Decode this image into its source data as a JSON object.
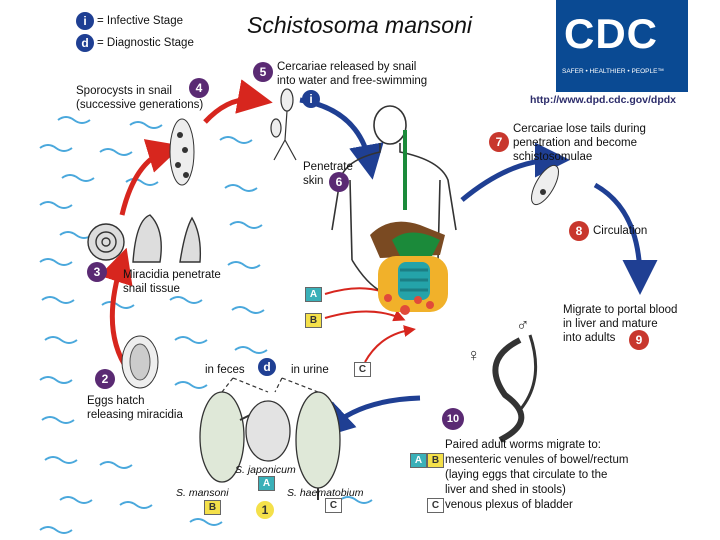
{
  "title": "Schistosoma mansoni",
  "legend": {
    "infective": {
      "symbol": "i",
      "label": "= Infective Stage"
    },
    "diagnostic": {
      "symbol": "d",
      "label": "= Diagnostic Stage"
    }
  },
  "logo": {
    "text": "CDC",
    "tagline": "SAFER • HEALTHIER • PEOPLE™",
    "url": "http://www.dpd.cdc.gov/dpdx"
  },
  "steps": {
    "s1": {
      "num": "1"
    },
    "s2": {
      "num": "2",
      "line1": "Eggs hatch",
      "line2": "releasing miracidia"
    },
    "s3": {
      "num": "3",
      "line1": "Miracidia penetrate",
      "line2": "snail tissue"
    },
    "s4": {
      "num": "4",
      "line1": "Sporocysts in snail",
      "line2": "(successive generations)"
    },
    "s5": {
      "num": "5",
      "line1": "Cercariae released by snail",
      "line2": "into water and free-swimming"
    },
    "s6": {
      "num": "6",
      "line1": "Penetrate",
      "line2": "skin"
    },
    "s7": {
      "num": "7",
      "line1": "Cercariae lose tails during",
      "line2": "penetration and become",
      "line3": "schistosomulae"
    },
    "s8": {
      "num": "8",
      "line1": "Circulation"
    },
    "s9": {
      "num": "9",
      "line1": "Migrate to portal blood",
      "line2": "in liver and mature",
      "line3": "into adults"
    },
    "s10": {
      "num": "10",
      "line1": "Paired adult worms migrate to:",
      "line2": "mesenteric venules of bowel/rectum",
      "line3": "(laying eggs that circulate to the",
      "line4": "liver and shed in stools)",
      "line5": "venous plexus of bladder"
    }
  },
  "eggs": {
    "in_feces": "in feces",
    "in_urine": "in urine",
    "mansoni": "S. mansoni",
    "japonicum": "S. japonicum",
    "haematobium": "S. haematobium"
  },
  "tags": {
    "A": "A",
    "B": "B",
    "C": "C",
    "i": "i",
    "d": "d"
  },
  "symbols": {
    "male": "♂",
    "female": "♀"
  },
  "colors": {
    "stage_circle": "#5a2a73",
    "step_red": "#c8372d",
    "arrow_red": "#d7261e",
    "arrow_blue": "#1f3f93",
    "water_blue": "#4aa8dc",
    "tag_A": "#3ab0b8",
    "tag_B": "#f4e04a",
    "cdc_blue": "#0a4a93"
  }
}
